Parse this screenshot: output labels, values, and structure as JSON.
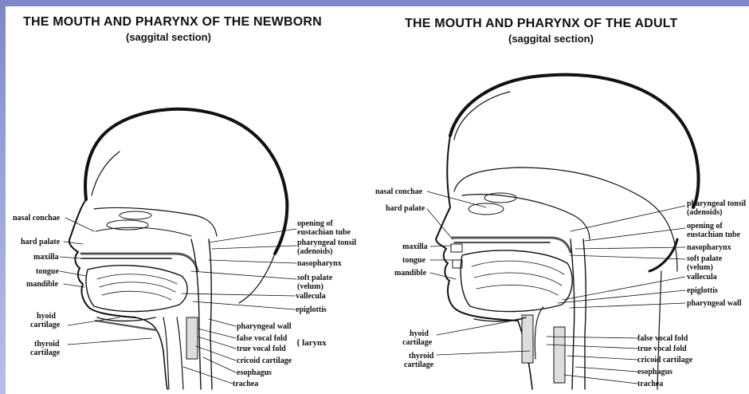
{
  "left": {
    "title": "THE MOUTH AND PHARYNX OF THE NEWBORN",
    "subtitle": "(saggital section)",
    "labels": {
      "nasal_conchae": "nasal conchae",
      "hard_palate": "hard palate",
      "maxilla": "maxilla",
      "tongue": "tongue",
      "mandible": "mandible",
      "hyoid_1": "hyoid",
      "hyoid_2": "cartilage",
      "thyroid_1": "thyroid",
      "thyroid_2": "cartilage",
      "opening_1": "opening of",
      "opening_2": "eustachian tube",
      "tonsil_1": "pharyngeal tonsil",
      "tonsil_2": "(adenoids)",
      "nasopharynx": "nasopharynx",
      "soft_palate_1": "soft palate",
      "soft_palate_2": "(velum)",
      "vallecula": "vallecula",
      "epiglottis": "epiglottis",
      "pharyngeal_wall": "pharyngeal wall",
      "false_vocal_fold": "false vocal fold",
      "true_vocal_fold": "true vocal fold",
      "larynx": "{ larynx",
      "cricoid": "cricoid cartilage",
      "esophagus": "esophagus",
      "trachea": "trachea"
    }
  },
  "right": {
    "title": "THE MOUTH AND PHARYNX OF THE  ADULT",
    "subtitle": "(saggital section)",
    "labels": {
      "nasal_conchae": "nasal conchae",
      "hard_palate": "hard palate",
      "maxilla": "maxilla",
      "tongue": "tongue",
      "mandible": "mandible",
      "hyoid_1": "hyoid",
      "hyoid_2": "cartilage",
      "thyroid_1": "thyroid",
      "thyroid_2": "cartilage",
      "tonsil_1": "pharyngeal tonsil",
      "tonsil_2": "(adenoids)",
      "opening_1": "opening of",
      "opening_2": "eustachian tube",
      "nasopharynx": "nasopharynx",
      "soft_palate_1": "soft palate",
      "soft_palate_2": "(velum)",
      "vallecula": "vallecula",
      "epiglottis": "epiglottis",
      "pharyngeal_wall": "pharyngeal wall",
      "false_vocal_fold": "false vocal fold",
      "true_vocal_fold": "true vocal fold",
      "cricoid": "cricoid cartilage",
      "esophagus": "esophagus",
      "trachea": "trachea"
    }
  }
}
